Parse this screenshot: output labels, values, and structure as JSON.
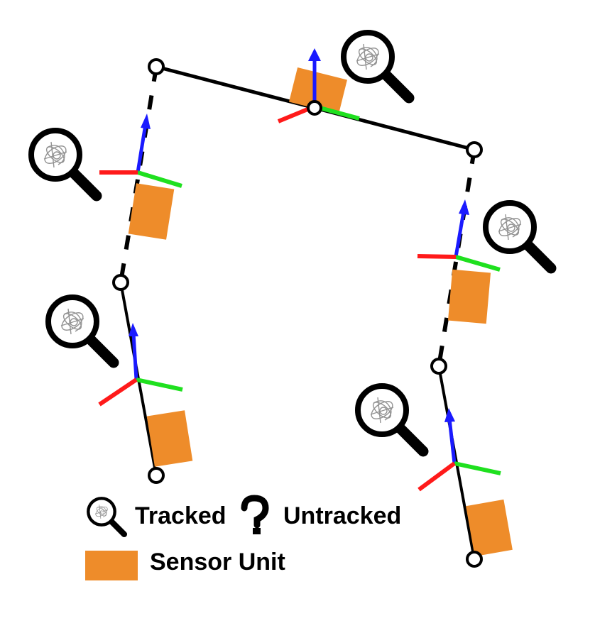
{
  "colors": {
    "bone": "#000000",
    "sensor_unit": "#ee8c2a",
    "axis_x": "#ff1a1a",
    "axis_y": "#1fe01f",
    "axis_z": "#1a1aff",
    "background": "#ffffff"
  },
  "legend": {
    "tracked_label": "Tracked",
    "untracked_label": "Untracked",
    "sensor_unit_label": "Sensor Unit",
    "tracked_icon": "magnifier-icon",
    "untracked_icon": "question-mark-icon"
  },
  "skeleton": {
    "joints": [
      "left-hand",
      "left-elbow",
      "left-shoulder",
      "neck",
      "right-shoulder",
      "right-elbow",
      "right-hand"
    ],
    "segments": [
      {
        "name": "shoulder-line",
        "style": "solid",
        "tracked": true
      },
      {
        "name": "left-upper-arm",
        "style": "dashed",
        "tracked": true
      },
      {
        "name": "left-forearm",
        "style": "solid",
        "tracked": true
      },
      {
        "name": "right-upper-arm",
        "style": "dashed",
        "tracked": true
      },
      {
        "name": "right-forearm",
        "style": "solid",
        "tracked": true
      }
    ]
  }
}
